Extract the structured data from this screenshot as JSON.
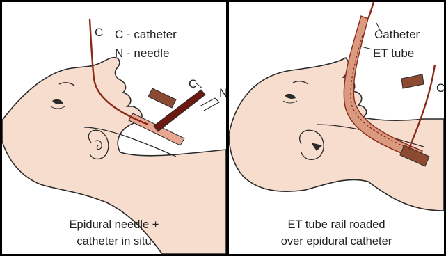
{
  "left_panel": {
    "labels": {
      "c_top": "C",
      "legend_catheter": "C - catheter",
      "legend_needle": "N - needle",
      "c_small": "C",
      "n_small": "N"
    },
    "caption": {
      "line1": "Epidural needle +",
      "line2": "catheter in situ"
    }
  },
  "right_panel": {
    "labels": {
      "catheter": "Catheter",
      "et_tube": "ET tube",
      "c_edge": "C"
    },
    "caption": {
      "line1": "ET tube rail roaded",
      "line2": "over epidural catheter"
    }
  },
  "colors": {
    "skin": "#f6ddce",
    "outline": "#2a2a2a",
    "catheter": "#8a2a18",
    "needle": "#6b1a10",
    "needle_hub": "#8c4a32",
    "trachea": "#e8a790",
    "et_tube": "#d99a80",
    "frame": "#000000"
  }
}
